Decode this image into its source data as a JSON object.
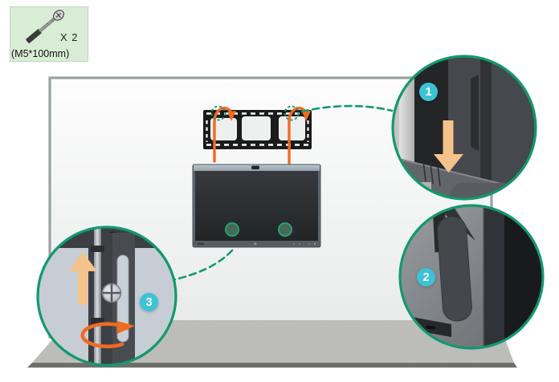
{
  "kit_box": {
    "quantity": "X 2",
    "spec": "(M5*100mm)"
  },
  "steps": {
    "step1": "1",
    "step2": "2",
    "step3": "3"
  },
  "colors": {
    "accent_green": "#12996d",
    "badge_cyan": "#3ec2d6",
    "arrow_orange": "#f26a22",
    "arrow_tan": "#f4c28a",
    "kit_box_green": "#d9edd6",
    "wall_frame_gray": "#9aa1a1",
    "floor_gray": "#c0c0be"
  },
  "icons": {
    "kit_item": "expansion-screw-icon",
    "step1_direction": "down-arrow-icon",
    "step2_detail": "hook-seated-icon",
    "step3_direction": "up-arrow-icon",
    "step3_action": "rotate-screw-icon"
  }
}
